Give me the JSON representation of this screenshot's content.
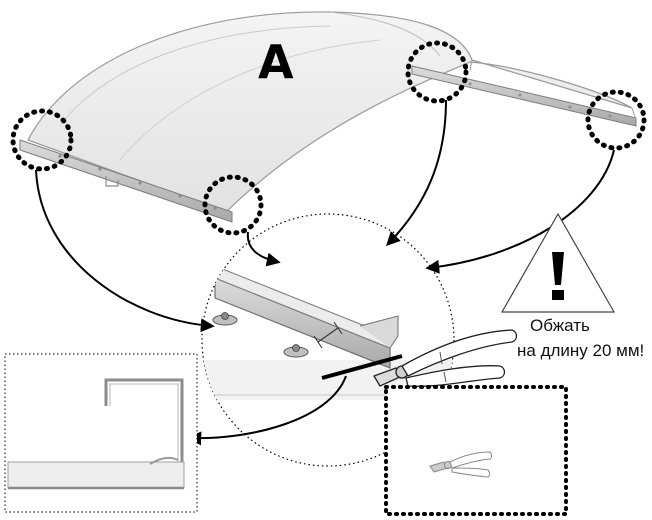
{
  "diagram": {
    "part_label": "A",
    "warning": {
      "icon": "exclamation-triangle-icon",
      "line1": "Обжать",
      "line2": "на длину 20 мм!"
    },
    "tool_icon": "pliers-icon"
  }
}
